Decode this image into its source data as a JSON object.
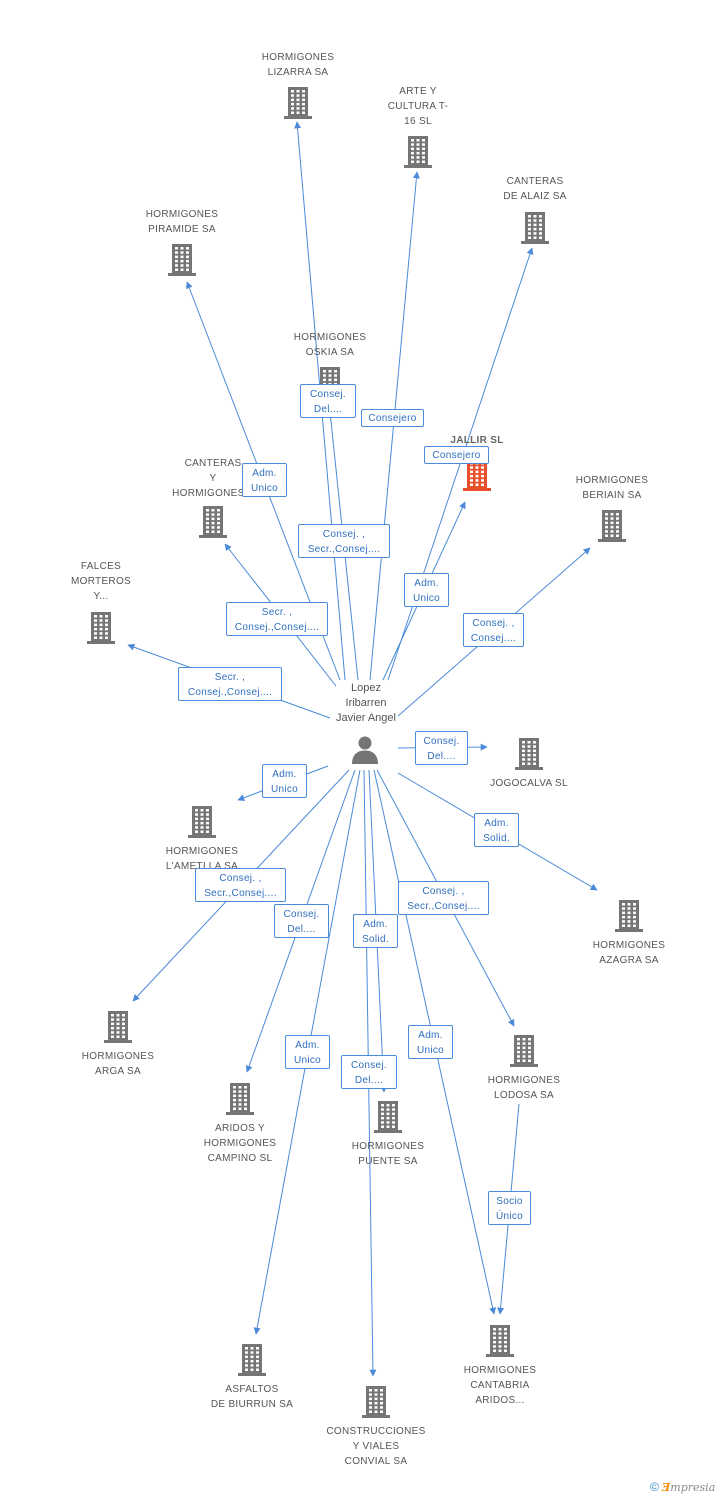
{
  "person": {
    "name": "Lopez\nIribarren\nJavier Angel",
    "icon": "person-icon"
  },
  "colors": {
    "edge": "#4a8ad8",
    "building": "#757575",
    "building_highlight": "#e8502a"
  },
  "companies": [
    {
      "id": "hormigones-lizarra",
      "label": "HORMIGONES\nLIZARRA SA",
      "icon": "building-icon",
      "highlight": false
    },
    {
      "id": "arte-y-cultura",
      "label": "ARTE Y\nCULTURA T-\n16 SL",
      "icon": "building-icon",
      "highlight": false
    },
    {
      "id": "canteras-de-alaiz",
      "label": "CANTERAS\nDE ALAIZ SA",
      "icon": "building-icon",
      "highlight": false
    },
    {
      "id": "hormigones-piramide",
      "label": "HORMIGONES\nPIRAMIDE SA",
      "icon": "building-icon",
      "highlight": false
    },
    {
      "id": "hormigones-oskia",
      "label": "HORMIGONES\nOSKIA SA",
      "icon": "building-icon",
      "highlight": false
    },
    {
      "id": "jallir",
      "label": "JALLIR SL",
      "icon": "building-icon",
      "highlight": true
    },
    {
      "id": "canteras-y-hormigones",
      "label": "CANTERAS\nY\nHORMIGONES...",
      "icon": "building-icon",
      "highlight": false
    },
    {
      "id": "hormigones-beriain",
      "label": "HORMIGONES\nBERIAIN SA",
      "icon": "building-icon",
      "highlight": false
    },
    {
      "id": "falces-morteros",
      "label": "FALCES\nMORTEROS\nY...",
      "icon": "building-icon",
      "highlight": false
    },
    {
      "id": "jogocalva",
      "label": "JOGOCALVA SL",
      "icon": "building-icon",
      "highlight": false
    },
    {
      "id": "hormigones-lametlla",
      "label": "HORMIGONES\nL'AMETLLA SA",
      "icon": "building-icon",
      "highlight": false
    },
    {
      "id": "hormigones-azagra",
      "label": "HORMIGONES\nAZAGRA SA",
      "icon": "building-icon",
      "highlight": false
    },
    {
      "id": "hormigones-arga",
      "label": "HORMIGONES\nARGA SA",
      "icon": "building-icon",
      "highlight": false
    },
    {
      "id": "hormigones-lodosa",
      "label": "HORMIGONES\nLODOSA SA",
      "icon": "building-icon",
      "highlight": false
    },
    {
      "id": "aridos-campino",
      "label": "ARIDOS Y\nHORMIGONES\nCAMPINO SL",
      "icon": "building-icon",
      "highlight": false
    },
    {
      "id": "hormigones-puente",
      "label": "HORMIGONES\nPUENTE SA",
      "icon": "building-icon",
      "highlight": false
    },
    {
      "id": "hormigones-cantabria",
      "label": "HORMIGONES\nCANTABRIA\nARIDOS...",
      "icon": "building-icon",
      "highlight": false
    },
    {
      "id": "asfaltos-biurrun",
      "label": "ASFALTOS\nDE BIURRUN SA",
      "icon": "building-icon",
      "highlight": false
    },
    {
      "id": "construcciones-convial",
      "label": "CONSTRUCCIONES\nY VIALES\nCONVIAL SA",
      "icon": "building-icon",
      "highlight": false
    }
  ],
  "relations": [
    {
      "from": "person",
      "to": "hormigones-lizarra",
      "label": "Consej.\nDel...."
    },
    {
      "from": "person",
      "to": "arte-y-cultura",
      "label": "Consejero"
    },
    {
      "from": "person",
      "to": "canteras-de-alaiz",
      "label": "Consejero"
    },
    {
      "from": "person",
      "to": "hormigones-piramide",
      "label": "Adm.\nUnico"
    },
    {
      "from": "person",
      "to": "hormigones-oskia",
      "label": "Consej. ,\nSecr.,Consej...."
    },
    {
      "from": "person",
      "to": "jallir",
      "label": "Adm.\nUnico"
    },
    {
      "from": "person",
      "to": "canteras-y-hormigones",
      "label": "Secr. ,\nConsej.,Consej...."
    },
    {
      "from": "person",
      "to": "hormigones-beriain",
      "label": "Consej. ,\nConsej...."
    },
    {
      "from": "person",
      "to": "falces-morteros",
      "label": "Secr. ,\nConsej.,Consej...."
    },
    {
      "from": "person",
      "to": "jogocalva",
      "label": "Consej.\nDel...."
    },
    {
      "from": "person",
      "to": "hormigones-lametlla",
      "label": "Adm.\nUnico"
    },
    {
      "from": "person",
      "to": "hormigones-azagra",
      "label": "Adm.\nSolid."
    },
    {
      "from": "person",
      "to": "hormigones-arga",
      "label": "Consej. ,\nSecr.,Consej...."
    },
    {
      "from": "person",
      "to": "hormigones-lodosa",
      "label": "Consej. ,\nSecr.,Consej...."
    },
    {
      "from": "person",
      "to": "aridos-campino",
      "label": "Consej.\nDel...."
    },
    {
      "from": "person",
      "to": "hormigones-puente",
      "label": "Adm.\nSolid."
    },
    {
      "from": "person",
      "to": "asfaltos-biurrun",
      "label": "Adm.\nUnico"
    },
    {
      "from": "person",
      "to": "construcciones-convial",
      "label": "Consej.\nDel...."
    },
    {
      "from": "person",
      "to": "hormigones-cantabria",
      "label": "Adm.\nUnico"
    },
    {
      "from": "hormigones-lodosa",
      "to": "hormigones-cantabria",
      "label": "Socio\nÚnico"
    }
  ],
  "footer": {
    "copyright": "©",
    "brand_e": "Ǝ",
    "brand_rest": "mpresia"
  }
}
